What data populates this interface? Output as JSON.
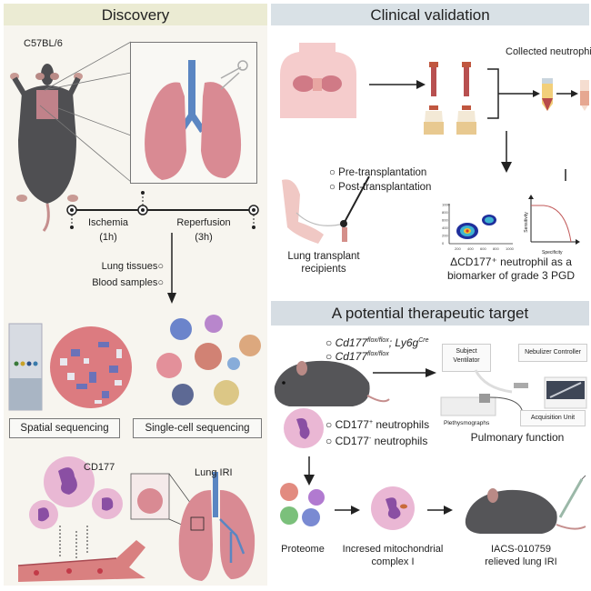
{
  "panels": {
    "discovery": {
      "title": "Discovery",
      "mouse_strain": "C57BL/6",
      "timeline": {
        "phases": [
          {
            "name": "Ischemia",
            "duration": "(1h)"
          },
          {
            "name": "Reperfusion",
            "duration": "(3h)"
          }
        ]
      },
      "samples": [
        "Lung tissues",
        "Blood samples"
      ],
      "methods": [
        "Spatial sequencing",
        "Single-cell sequencing"
      ],
      "cell_label": "CD177",
      "injury_label": "Lung IRI"
    },
    "clinical": {
      "title": "Clinical validation",
      "collected_label": "Collected neutrophil",
      "timepoints": [
        "Pre-transplantation",
        "Post-transplantation"
      ],
      "recipients_label": [
        "Lung transplant",
        "recipients"
      ],
      "flow_plot": {
        "x_ticks": [
          "200",
          "400",
          "600",
          "800",
          "1000"
        ],
        "y_ticks": [
          "0",
          "200",
          "400",
          "600",
          "800",
          "1000"
        ]
      },
      "roc_plot": {
        "xlabel": "Specificity",
        "ylabel": "Sensitivity"
      },
      "biomarker_label": [
        "ΔCD177⁺ neutrophil as a",
        "biomarker of grade 3 PGD"
      ]
    },
    "therapeutic": {
      "title": "A potential therapeutic target",
      "genotypes": [
        {
          "gene": "Cd177",
          "sup": "flox/flox",
          "extra": "; Ly6g",
          "extra_sup": "Cre"
        },
        {
          "gene": "Cd177",
          "sup": "flox/flox",
          "extra": "",
          "extra_sup": ""
        }
      ],
      "neutrophil_types": [
        {
          "name": "CD177",
          "sup": "+",
          "suffix": " neutrophils"
        },
        {
          "name": "CD177",
          "sup": "-",
          "suffix": " neutrophils"
        }
      ],
      "device_labels": {
        "ventilator": [
          "Subject",
          "Ventilator"
        ],
        "nebulizer": "Nebulizer Controller",
        "acquisition": "Acquisition Unit",
        "plethysmograph": "Plethysmographs"
      },
      "pulmonary_label": "Pulmonary function",
      "steps": [
        {
          "label": [
            "Proteome"
          ]
        },
        {
          "label": [
            "Incresed mitochondrial",
            "complex I"
          ]
        },
        {
          "label": [
            "IACS-010759",
            "relieved lung IRI"
          ]
        }
      ]
    }
  },
  "colors": {
    "discovery_header": "#ebebd3",
    "clinical_header": "#d9e1e6",
    "therapeutic_header": "#d6dde3",
    "lung_pink": "#d98a93",
    "trachea_blue": "#5b86c2",
    "mouse_gray": "#555558",
    "neutrophil_purple": "#8a4fa3"
  }
}
